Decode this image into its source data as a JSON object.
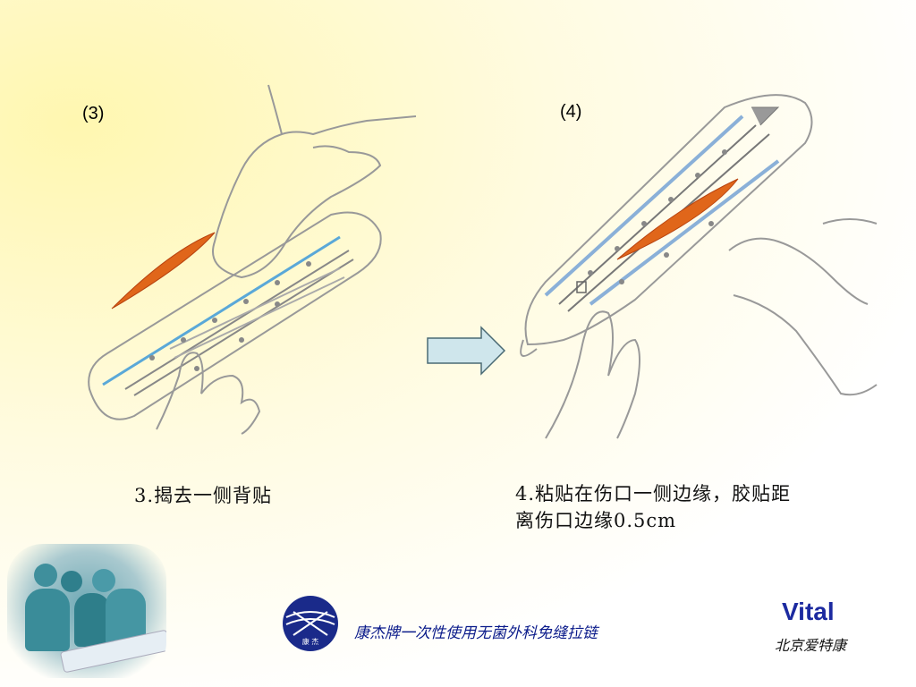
{
  "steps": [
    {
      "label": "(3)",
      "caption_lines": [
        "3.揭去一侧背贴"
      ]
    },
    {
      "label": "(4)",
      "caption_lines": [
        "4.粘贴在伤口一侧边缘，胶贴距",
        "离伤口边缘0.5cm"
      ]
    }
  ],
  "footer": {
    "product_name": "康杰牌一次性使用无菌外科免缝拉链",
    "brand_name": "Vital",
    "brand_subtitle": "北京爱特康"
  },
  "logo": {
    "text": "康 杰"
  },
  "colors": {
    "arrow_fill": "#cfe6ec",
    "arrow_stroke": "#4a6a74",
    "incision": "#e0661a",
    "accent_blue": "#5aa8d8"
  }
}
